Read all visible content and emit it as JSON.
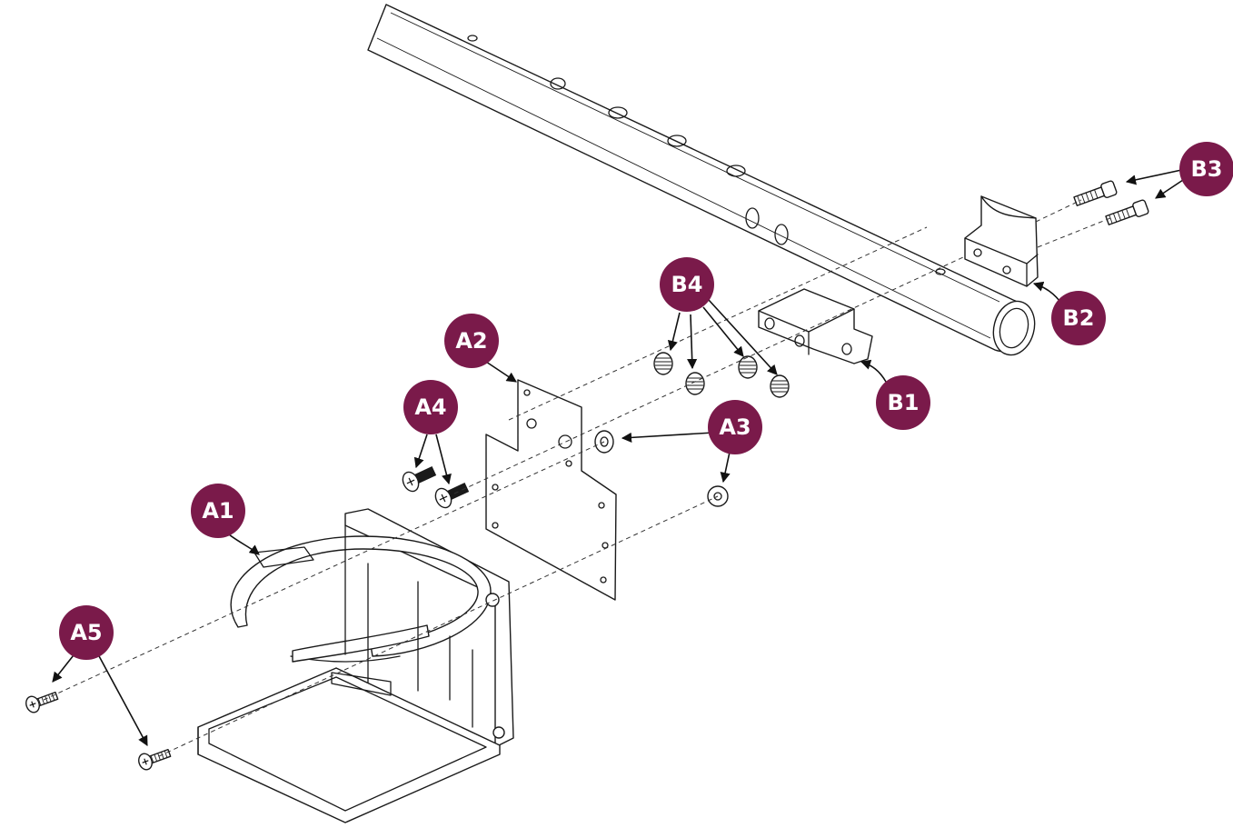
{
  "diagram": {
    "callout_color": "#7a1a4a",
    "callouts": [
      {
        "id": "A1",
        "label": "A1"
      },
      {
        "id": "A2",
        "label": "A2"
      },
      {
        "id": "A3",
        "label": "A3"
      },
      {
        "id": "A4",
        "label": "A4"
      },
      {
        "id": "A5",
        "label": "A5"
      },
      {
        "id": "B1",
        "label": "B1"
      },
      {
        "id": "B2",
        "label": "B2"
      },
      {
        "id": "B3",
        "label": "B3"
      },
      {
        "id": "B4",
        "label": "B4"
      }
    ]
  }
}
